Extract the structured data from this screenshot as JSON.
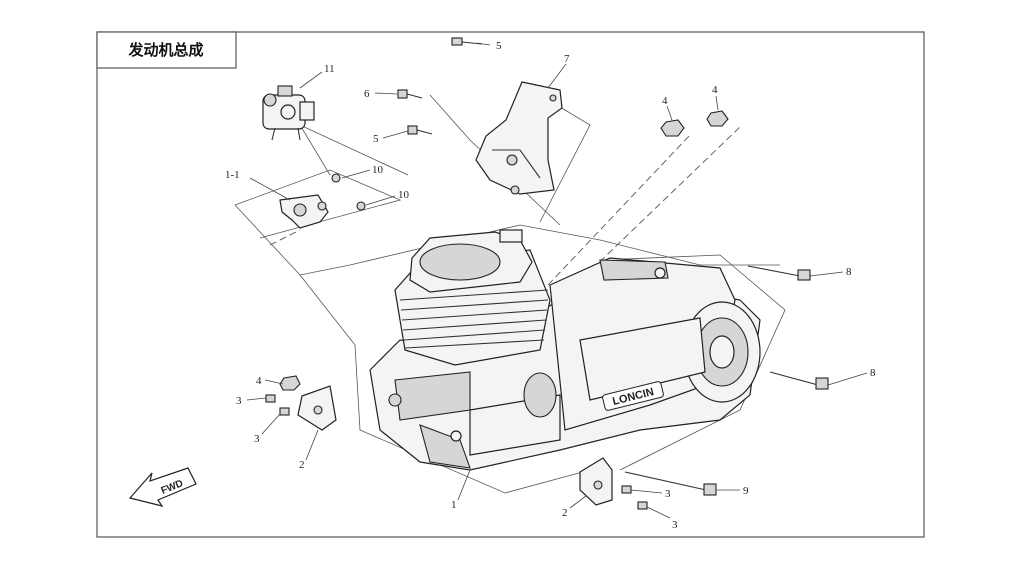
{
  "title": "发动机总成",
  "fwd_label": "FWD",
  "brand_label": "LONCIN",
  "callouts": {
    "c1": "1",
    "c1_1": "1-1",
    "c2a": "2",
    "c2b": "2",
    "c3a": "3",
    "c3b": "3",
    "c3c": "3",
    "c3d": "3",
    "c4a": "4",
    "c4b": "4",
    "c4c": "4",
    "c5a": "5",
    "c5b": "5",
    "c6": "6",
    "c7": "7",
    "c8a": "8",
    "c8b": "8",
    "c9": "9",
    "c10a": "10",
    "c10b": "10",
    "c11": "11"
  }
}
